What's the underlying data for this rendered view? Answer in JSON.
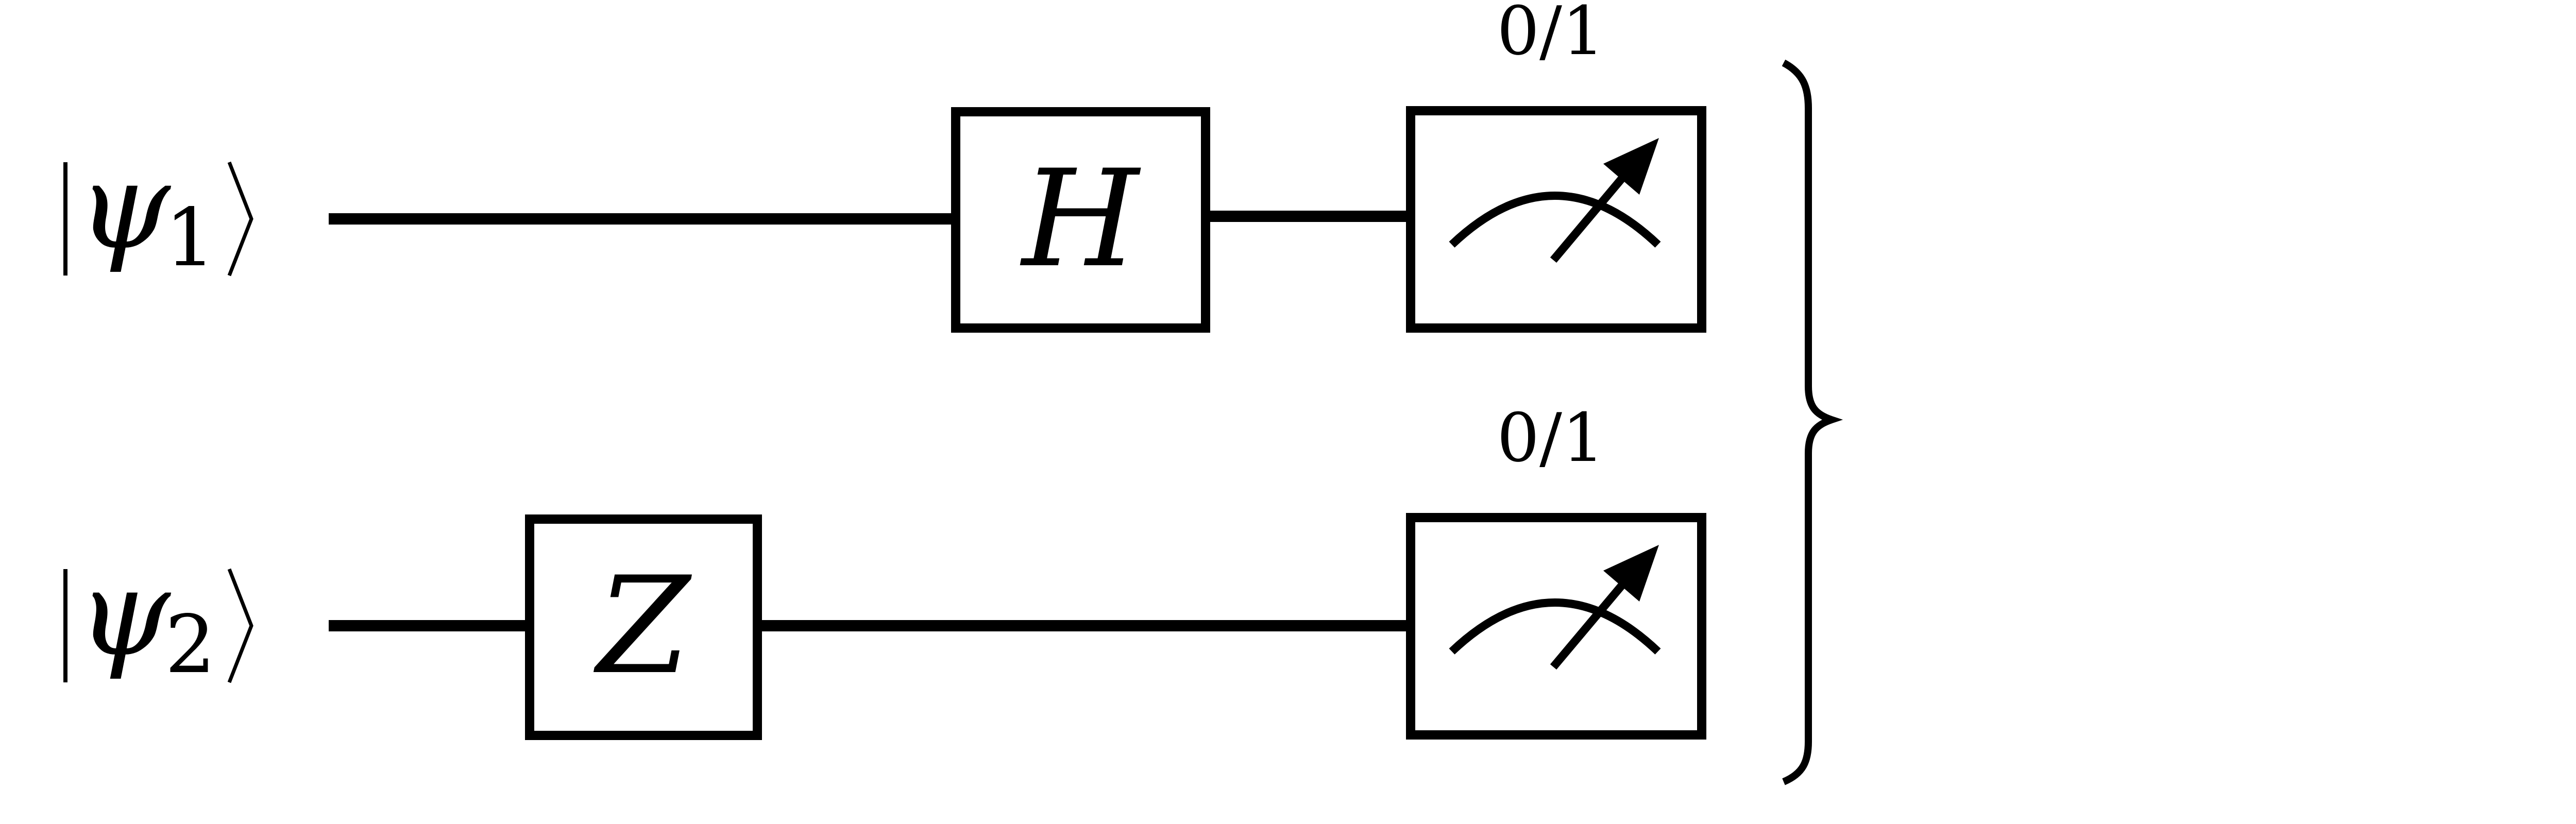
{
  "qubits": [
    {
      "symbol": "ψ",
      "subscript": "1"
    },
    {
      "symbol": "ψ",
      "subscript": "2"
    }
  ],
  "gates": [
    {
      "label": "H",
      "qubit": 1
    },
    {
      "label": "Z",
      "qubit": 2
    }
  ],
  "measurements": [
    {
      "qubit": 1,
      "outcome_label": "0/1"
    },
    {
      "qubit": 2,
      "outcome_label": "0/1"
    }
  ]
}
